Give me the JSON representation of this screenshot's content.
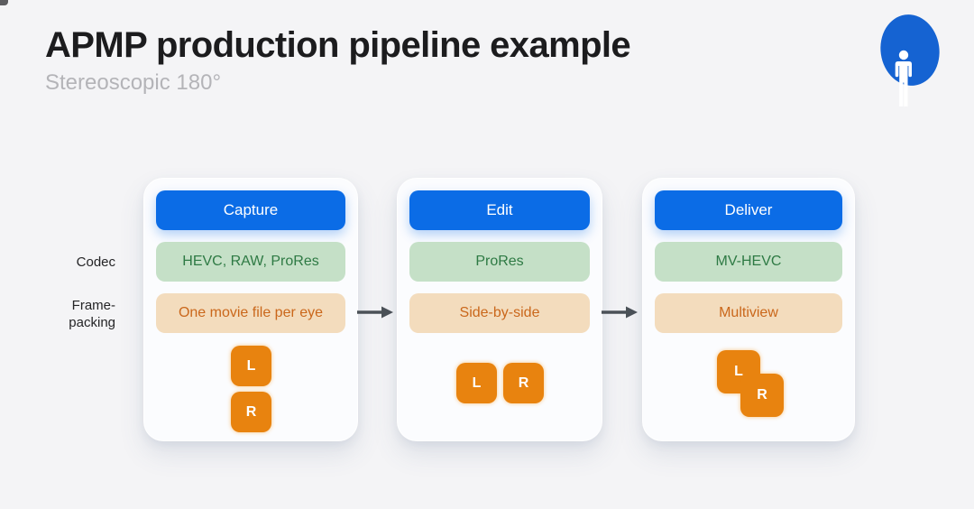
{
  "header": {
    "title": "APMP production pipeline example",
    "subtitle": "Stereoscopic 180°"
  },
  "dome_icon": {
    "name": "person-in-180-dome-icon"
  },
  "gutter": {
    "codec_label": "Codec",
    "frame_packing_lines": [
      "Frame-",
      "packing"
    ]
  },
  "stages": [
    {
      "title": "Capture",
      "codec": "HEVC, RAW, ProRes",
      "frame_packing": "One movie file per eye",
      "eye_layout": "stacked",
      "eyes": [
        "L",
        "R"
      ]
    },
    {
      "title": "Edit",
      "codec": "ProRes",
      "frame_packing": "Side-by-side",
      "eye_layout": "row",
      "eyes": [
        "L",
        "R"
      ]
    },
    {
      "title": "Deliver",
      "codec": "MV-HEVC",
      "frame_packing": "Multiview",
      "eye_layout": "overlap",
      "eyes": [
        "L",
        "R"
      ]
    }
  ],
  "colors": {
    "page_bg": "#f4f4f6",
    "card_bg": "#fbfcfe",
    "title_text": "#1c1c1e",
    "subtitle_text": "#b4b4b8",
    "stage_blue": "#0b6ce6",
    "codec_green_bg": "#c5e0c7",
    "codec_green_text": "#2e7a44",
    "packing_orange_bg": "#f3dcbd",
    "packing_orange_text": "#ca671b",
    "eye_orange": "#e8830f",
    "arrow_gray": "#4b5157",
    "dome_blue": "#1563d2"
  }
}
